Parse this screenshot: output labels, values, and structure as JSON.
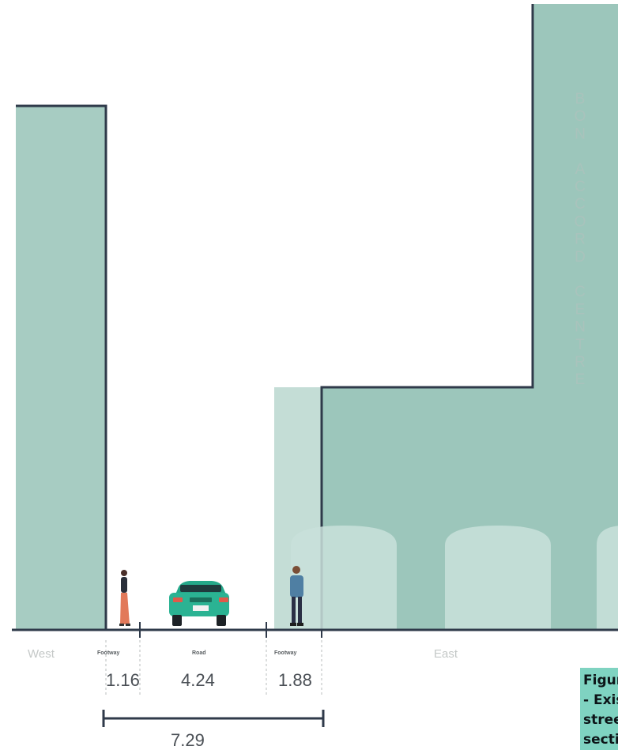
{
  "diagram": {
    "building_name": "BON ACCORD CENTRE",
    "sides": {
      "west": "West",
      "east": "East"
    },
    "segments": [
      {
        "label": "Footway",
        "width": "1.16"
      },
      {
        "label": "Road",
        "width": "4.24"
      },
      {
        "label": "Footway",
        "width": "1.88"
      }
    ],
    "total_width": "7.29"
  },
  "caption": "Figure\n- Existing\nstreet\nsection",
  "colors": {
    "building_fill": "#8fbfb2",
    "building_light": "#b9d8cf",
    "outline": "#2f3a4a",
    "car": "#2bb393",
    "caption_bg": "#7fd3c1"
  }
}
